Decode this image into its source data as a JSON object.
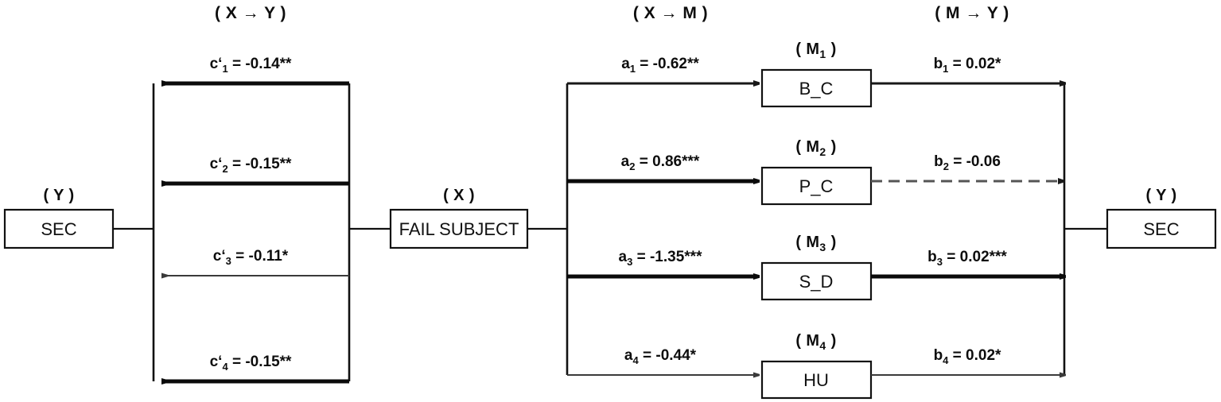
{
  "figure": {
    "type": "path-diagram",
    "background_color": "#ffffff",
    "line_color": "#111111",
    "dashed_line_color": "#555555"
  },
  "headers": {
    "left": "( X → Y )",
    "middle": "( X → M )",
    "right": "( M → Y )"
  },
  "nodes": {
    "outcome_left": {
      "tag": "( Y )",
      "label": "SEC"
    },
    "predictor": {
      "tag": "( X )",
      "label": "FAIL SUBJECT"
    },
    "outcome_right": {
      "tag": "( Y )",
      "label": "SEC"
    },
    "mediators": [
      {
        "tag_prefix": "( M",
        "tag_sub": "1",
        "tag_suffix": " )",
        "label": "B_C"
      },
      {
        "tag_prefix": "( M",
        "tag_sub": "2",
        "tag_suffix": " )",
        "label": "P_C"
      },
      {
        "tag_prefix": "( M",
        "tag_sub": "3",
        "tag_suffix": " )",
        "label": "S_D"
      },
      {
        "tag_prefix": "( M",
        "tag_sub": "4",
        "tag_suffix": " )",
        "label": "HU"
      }
    ]
  },
  "direct_paths": [
    {
      "name_prefix": "c‘",
      "name_sub": "1",
      "value_text": " = -0.14**",
      "coefficient": -0.14,
      "significance": "**",
      "weight": "strong"
    },
    {
      "name_prefix": "c‘",
      "name_sub": "2",
      "value_text": " = -0.15**",
      "coefficient": -0.15,
      "significance": "**",
      "weight": "strong"
    },
    {
      "name_prefix": "c‘",
      "name_sub": "3",
      "value_text": " = -0.11*",
      "coefficient": -0.11,
      "significance": "*",
      "weight": "thin"
    },
    {
      "name_prefix": "c‘",
      "name_sub": "4",
      "value_text": " = -0.15**",
      "coefficient": -0.15,
      "significance": "**",
      "weight": "strong"
    }
  ],
  "a_paths": [
    {
      "name_prefix": "a",
      "name_sub": "1",
      "value_text": " = -0.62**",
      "coefficient": -0.62,
      "significance": "**",
      "weight": "normal"
    },
    {
      "name_prefix": "a",
      "name_sub": "2",
      "value_text": " = 0.86***",
      "coefficient": 0.86,
      "significance": "***",
      "weight": "strong"
    },
    {
      "name_prefix": "a",
      "name_sub": "3",
      "value_text": " = -1.35***",
      "coefficient": -1.35,
      "significance": "***",
      "weight": "strong"
    },
    {
      "name_prefix": "a",
      "name_sub": "4",
      "value_text": " = -0.44*",
      "coefficient": -0.44,
      "significance": "*",
      "weight": "thin"
    }
  ],
  "b_paths": [
    {
      "name_prefix": "b",
      "name_sub": "1",
      "value_text": " = 0.02*",
      "coefficient": 0.02,
      "significance": "*",
      "weight": "normal"
    },
    {
      "name_prefix": "b",
      "name_sub": "2",
      "value_text": " = -0.06",
      "coefficient": -0.06,
      "significance": "",
      "weight": "dashed"
    },
    {
      "name_prefix": "b",
      "name_sub": "3",
      "value_text": " = 0.02***",
      "coefficient": 0.02,
      "significance": "***",
      "weight": "strong"
    },
    {
      "name_prefix": "b",
      "name_sub": "4",
      "value_text": " = 0.02*",
      "coefficient": 0.02,
      "significance": "*",
      "weight": "thin"
    }
  ]
}
